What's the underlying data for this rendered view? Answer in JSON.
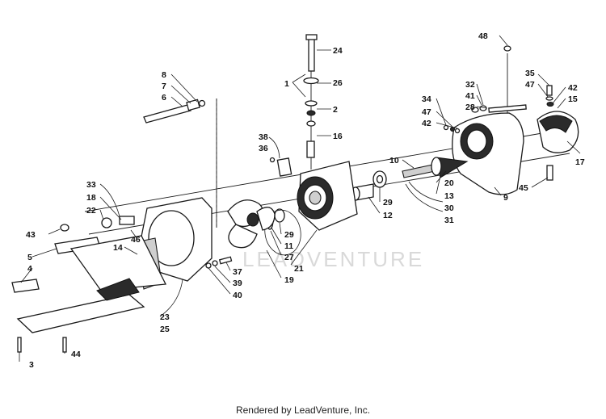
{
  "diagram": {
    "watermark": "LEADVENTURE",
    "footer": "Rendered by LeadVenture, Inc."
  },
  "callouts": [
    {
      "id": "c24",
      "label": "24"
    },
    {
      "id": "c48",
      "label": "48"
    },
    {
      "id": "c26",
      "label": "26"
    },
    {
      "id": "c1",
      "label": "1"
    },
    {
      "id": "c2",
      "label": "2"
    },
    {
      "id": "c16",
      "label": "16"
    },
    {
      "id": "c8",
      "label": "8"
    },
    {
      "id": "c7",
      "label": "7"
    },
    {
      "id": "c6",
      "label": "6"
    },
    {
      "id": "c38",
      "label": "38"
    },
    {
      "id": "c36",
      "label": "36"
    },
    {
      "id": "c35",
      "label": "35"
    },
    {
      "id": "c47a",
      "label": "47"
    },
    {
      "id": "c42a",
      "label": "42"
    },
    {
      "id": "c15",
      "label": "15"
    },
    {
      "id": "c32",
      "label": "32"
    },
    {
      "id": "c41",
      "label": "41"
    },
    {
      "id": "c28",
      "label": "28"
    },
    {
      "id": "c34",
      "label": "34"
    },
    {
      "id": "c47b",
      "label": "47"
    },
    {
      "id": "c42b",
      "label": "42"
    },
    {
      "id": "c17",
      "label": "17"
    },
    {
      "id": "c10",
      "label": "10"
    },
    {
      "id": "c20",
      "label": "20"
    },
    {
      "id": "c13",
      "label": "13"
    },
    {
      "id": "c30",
      "label": "30"
    },
    {
      "id": "c31",
      "label": "31"
    },
    {
      "id": "c9",
      "label": "9"
    },
    {
      "id": "c45",
      "label": "45"
    },
    {
      "id": "c29a",
      "label": "29"
    },
    {
      "id": "c12",
      "label": "12"
    },
    {
      "id": "c33",
      "label": "33"
    },
    {
      "id": "c18",
      "label": "18"
    },
    {
      "id": "c22",
      "label": "22"
    },
    {
      "id": "c43",
      "label": "43"
    },
    {
      "id": "c5",
      "label": "5"
    },
    {
      "id": "c4",
      "label": "4"
    },
    {
      "id": "c14",
      "label": "14"
    },
    {
      "id": "c46",
      "label": "46"
    },
    {
      "id": "c29b",
      "label": "29"
    },
    {
      "id": "c11",
      "label": "11"
    },
    {
      "id": "c27",
      "label": "27"
    },
    {
      "id": "c21",
      "label": "21"
    },
    {
      "id": "c19",
      "label": "19"
    },
    {
      "id": "c37",
      "label": "37"
    },
    {
      "id": "c39",
      "label": "39"
    },
    {
      "id": "c40",
      "label": "40"
    },
    {
      "id": "c23",
      "label": "23"
    },
    {
      "id": "c25",
      "label": "25"
    },
    {
      "id": "c3",
      "label": "3"
    },
    {
      "id": "c44",
      "label": "44"
    }
  ]
}
